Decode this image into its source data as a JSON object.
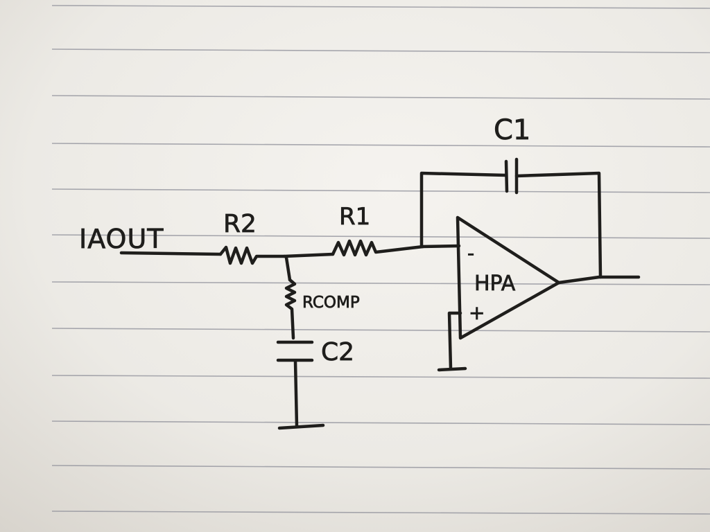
{
  "labels": {
    "input": "IAOUT",
    "r2": "R2",
    "r1": "R1",
    "rcomp": "RCOMP",
    "c2": "C2",
    "c1": "C1",
    "opamp": "HPA",
    "minus": "-",
    "plus": "+"
  },
  "colors": {
    "ink": "#1f1e1c",
    "paper": "#f0eeea",
    "rule_lines": "#8e8f99"
  }
}
